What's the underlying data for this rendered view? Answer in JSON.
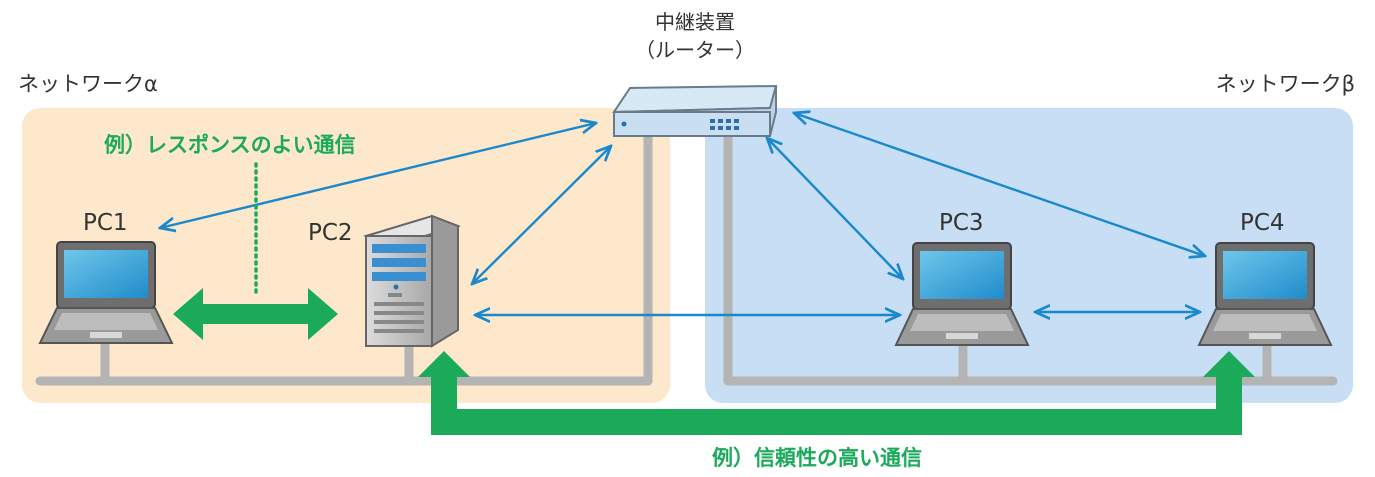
{
  "networks": {
    "alpha": {
      "label": "ネットワークα",
      "color": "#fde8cc"
    },
    "beta": {
      "label": "ネットワークβ",
      "color": "#c7def5"
    }
  },
  "router": {
    "line1": "中継装置",
    "line2": "（ルーター）",
    "icon": "router-icon"
  },
  "computers": [
    {
      "id": "pc1",
      "label": "PC1",
      "icon": "laptop-icon"
    },
    {
      "id": "pc2",
      "label": "PC2",
      "icon": "tower-server-icon"
    },
    {
      "id": "pc3",
      "label": "PC3",
      "icon": "laptop-icon"
    },
    {
      "id": "pc4",
      "label": "PC4",
      "icon": "laptop-icon"
    }
  ],
  "examples": {
    "responsive": "例）レスポンスのよい通信",
    "reliable": "例）信頼性の高い通信"
  },
  "colors": {
    "blue_arrow": "#1a88cc",
    "green_arrow": "#1aaa5a",
    "cable": "#b4b4b4"
  }
}
